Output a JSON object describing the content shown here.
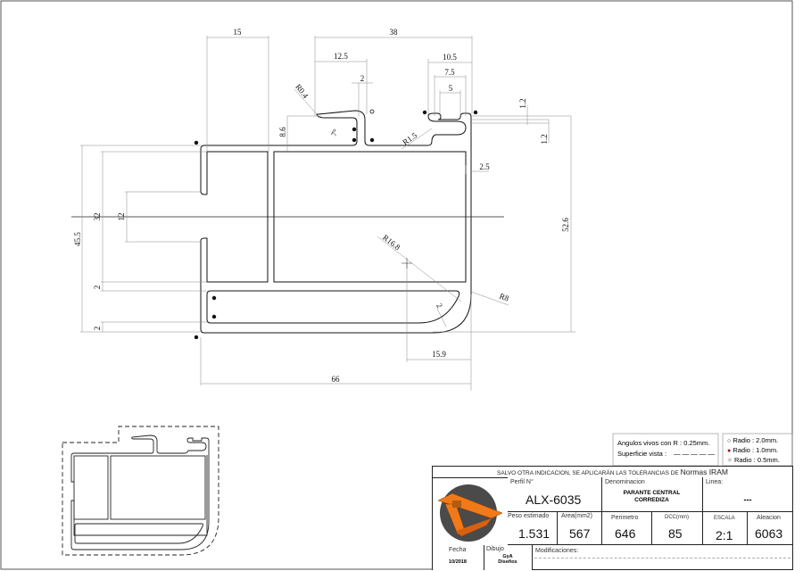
{
  "dimensions": {
    "d15": "15",
    "d38": "38",
    "d12_5": "12.5",
    "d2_top": "2",
    "d10_5": "10.5",
    "d7_5": "7.5",
    "d5": "5",
    "d1_2_a": "1.2",
    "d1_2_b": "1.2",
    "r0_4": "R0.4",
    "angle7": "7°",
    "d8_6": "8.6",
    "r1_5": "R1.5",
    "d2_5": "2.5",
    "d52_6": "52.6",
    "d45_5": "45.5",
    "d32": "32",
    "d12": "12",
    "d2_a": "2",
    "d2_b": "2",
    "r16_8": "R16.8",
    "r8": "R8",
    "d2_wall": "2",
    "d15_9": "15.9",
    "d66": "66"
  },
  "notes": {
    "sharp_corners": "Angulos vivos con R : 0.25mm.",
    "visible_surface": "Superficie vista :",
    "visible_surface_line": "— — — — —"
  },
  "legend": {
    "items": [
      {
        "symbol": "○",
        "label": "Radio : 2.0mm."
      },
      {
        "symbol": "●",
        "label": "Radio : 1.0mm."
      },
      {
        "symbol": "✳",
        "label": "Radio : 0.5mm."
      }
    ]
  },
  "title_block": {
    "tolerance_note_prefix": "SALVO OTRA INDICACION, SE APLICARÁN LAS TOLERANCIAS DE ",
    "tolerance_note_norm": "Normas IRAM",
    "profile_label": "Perfil  N°",
    "profile_value": "ALX-6035",
    "denomination_label": "Denominacion",
    "denomination_line1": "PARANTE CENTRAL",
    "denomination_line2": "CORREDIZA",
    "line_label": "Linea:",
    "line_value": "---",
    "weight_label": "Peso  estimado",
    "weight_value": "1.531",
    "area_label": "Area(mm2)",
    "area_value": "567",
    "perimeter_label": "Perimetro",
    "perimeter_value": "646",
    "dcc_label": "DCC(mm)",
    "dcc_value": "85",
    "scale_label": "ESCALA",
    "scale_value": "2:1",
    "alloy_label": "Aleacion",
    "alloy_value": "6063",
    "date_label": "Fecha",
    "date_value": "10/2018",
    "drawing_label": "Dibujo",
    "drawing_value_line1": "GyA",
    "drawing_value_line2": "Diseños",
    "modifications_label": "Modificaciones:"
  },
  "colors": {
    "logo_orange": "#f07a1a",
    "logo_dark": "#4a4a4a"
  }
}
